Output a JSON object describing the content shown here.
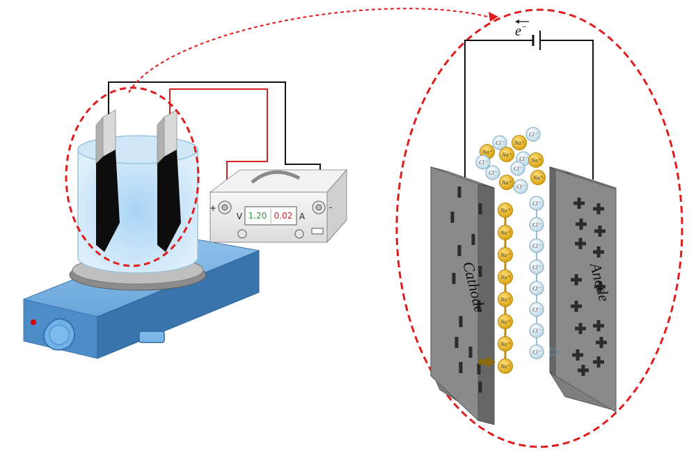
{
  "power_supply": {
    "voltage": "1.20",
    "current": "0.02",
    "voltage_unit": "V",
    "current_unit": "A",
    "plus": "+",
    "minus": "-"
  },
  "cell": {
    "cathode_label": "Cathode",
    "anode_label": "Anode",
    "electron_label": "e",
    "electron_sup": "−",
    "cation_label": "Na⁺",
    "anion_label": "Cl⁻"
  },
  "colors": {
    "callout": "#e11b1b",
    "red_wire": "#d42020",
    "black_wire": "#111111",
    "cation": "#e8b41c",
    "anion": "#dcecf4",
    "electrode": "#8a8a8a",
    "hotplate": "#5b9bd5",
    "voltage_text": "#2e9a3c",
    "current_text": "#d42020"
  }
}
